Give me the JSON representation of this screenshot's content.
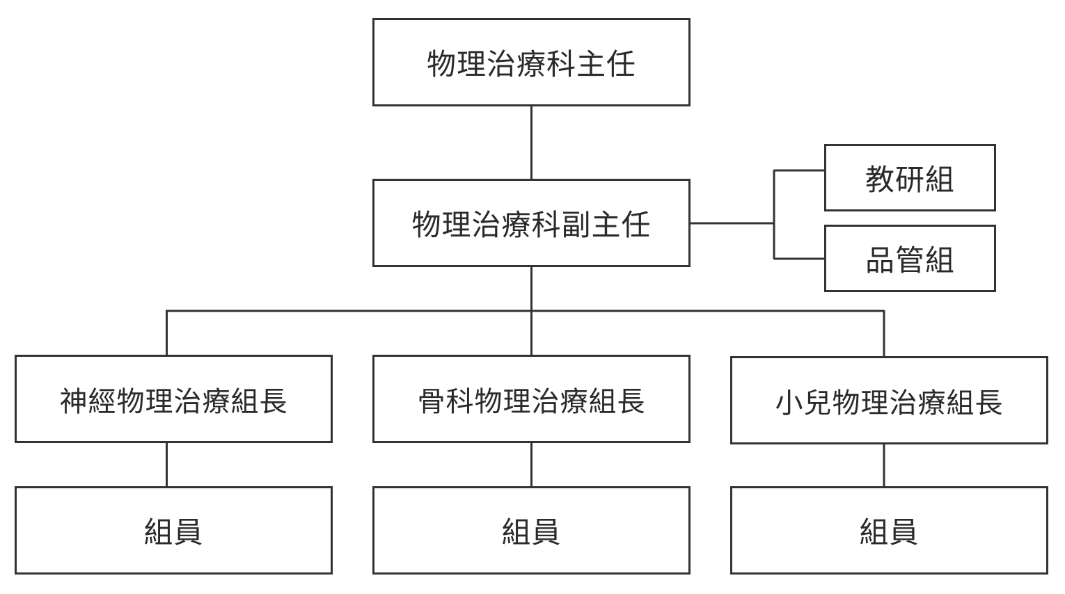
{
  "org_chart": {
    "director": "物理治療科主任",
    "deputy_director": "物理治療科副主任",
    "side_units": [
      "教研組",
      "品管組"
    ],
    "group_leaders": [
      "神經物理治療組長",
      "骨科物理治療組長",
      "小兒物理治療組長"
    ],
    "members": [
      "組員",
      "組員",
      "組員"
    ]
  },
  "colors": {
    "border": "#333333",
    "text": "#2a2a2a",
    "background": "#ffffff"
  }
}
